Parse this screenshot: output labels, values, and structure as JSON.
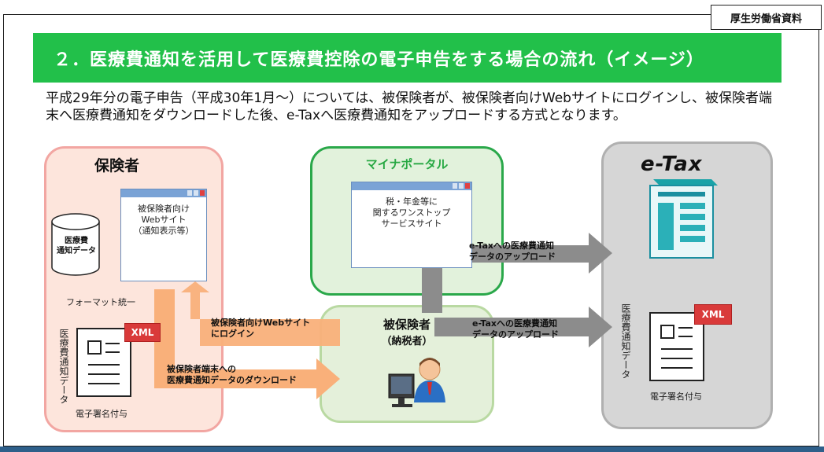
{
  "source_label": "厚生労働省資料",
  "title": "２．医療費通知を活用して医療費控除の電子申告をする場合の流れ（イメージ）",
  "lead_text": "平成29年分の電子申告（平成30年1月～）については、被保険者が、被保険者向けWebサイトにログインし、被保険者端末へ医療費通知をダウンロードした後、e-Taxへ医療費通知をアップロードする方式となります。",
  "insurer": {
    "label": "保険者",
    "database_label": "医療費\n通知データ",
    "website_window": "被保険者向け\nWebサイト\n（通知表示等）",
    "format_note": "フォーマット統一",
    "document_vertical": "医療費通知データ",
    "xml_badge": "XML",
    "document_caption": "電子署名付与"
  },
  "portal": {
    "label": "マイナポータル",
    "window_text": "税・年金等に\n関するワンストップ\nサービスサイト"
  },
  "insured": {
    "label": "被保険者",
    "sublabel": "（納税者）"
  },
  "etax": {
    "label": "e-Tax",
    "document_vertical": "医療費通知データ",
    "xml_badge": "XML",
    "document_caption": "電子署名付与"
  },
  "arrows": {
    "login": "被保険者向けWebサイト\nにログイン",
    "download": "被保険者端末への\n医療費通知データのダウンロード",
    "upload_via_portal": "e-Taxへの医療費通知\nデータのアップロード",
    "upload_direct": "e-Taxへの医療費通知\nデータのアップロード"
  },
  "colors": {
    "title_band": "#22c04a",
    "insurer_fill": "#fde5dc",
    "insurer_border": "#f2a6a2",
    "portal_border": "#2aa84a",
    "etax_fill": "#d6d6d6",
    "orange_arrow": "#f9b07a",
    "gray_arrow": "#8c8c8c",
    "xml_badge": "#d93a3a"
  }
}
